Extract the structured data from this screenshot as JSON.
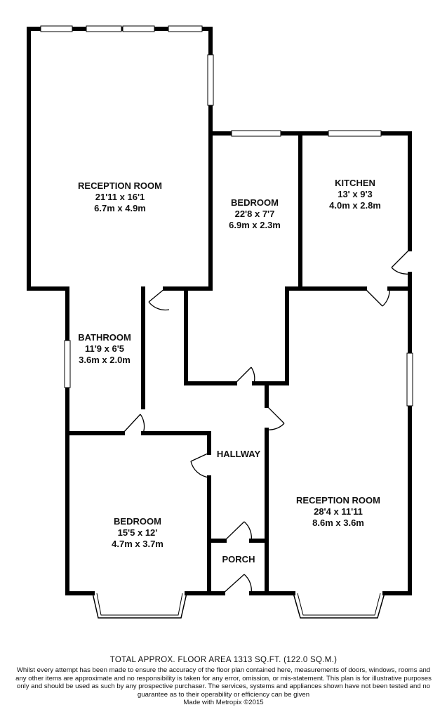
{
  "rooms": {
    "reception_room_1": {
      "name": "RECEPTION ROOM",
      "imperial": "21'11 x 16'1",
      "metric": "6.7m x 4.9m"
    },
    "bedroom_1": {
      "name": "BEDROOM",
      "imperial": "22'8 x 7'7",
      "metric": "6.9m x 2.3m"
    },
    "kitchen": {
      "name": "KITCHEN",
      "imperial": "13' x 9'3",
      "metric": "4.0m x 2.8m"
    },
    "bathroom": {
      "name": "BATHROOM",
      "imperial": "11'9 x 6'5",
      "metric": "3.6m x 2.0m"
    },
    "hallway": {
      "name": "HALLWAY"
    },
    "bedroom_2": {
      "name": "BEDROOM",
      "imperial": "15'5 x 12'",
      "metric": "4.7m x 3.7m"
    },
    "reception_room_2": {
      "name": "RECEPTION ROOM",
      "imperial": "28'4 x 11'11",
      "metric": "8.6m x 3.6m"
    },
    "porch": {
      "name": "PORCH"
    }
  },
  "footer": {
    "total_area": "TOTAL APPROX. FLOOR AREA 1313 SQ.FT. (122.0 SQ.M.)",
    "disclaimer": "Whilst every attempt has been made to ensure the accuracy of the floor plan contained here, measurements of doors, windows, rooms and any other items are approximate and no responsibility is taken for any error, omission, or mis-statement. This plan is for illustrative purposes only and should be used as such by any prospective purchaser. The services, systems and appliances shown have not been tested and no guarantee as to their operability or efficiency can be given",
    "credit": "Made with Metropix ©2015"
  }
}
